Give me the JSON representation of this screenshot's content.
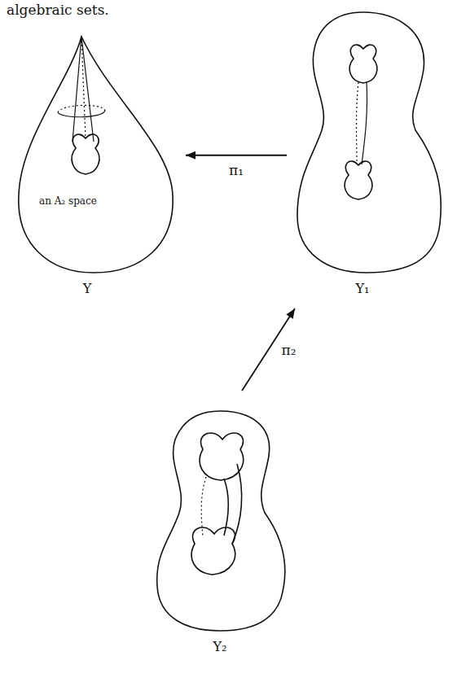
{
  "diagram": {
    "nodes": [
      {
        "text": [
          "Y"
        ]
      },
      {
        "text": [
          "Y₁"
        ]
      },
      {
        "text": [
          "Y₂"
        ]
      }
    ],
    "edges": [
      {
        "from": 1,
        "to": 0,
        "arrow": "to",
        "label": "π₁"
      },
      {
        "from": 2,
        "to": 1,
        "arrow": "to",
        "label": "π₂"
      }
    ],
    "labels": [
      "algebraic sets.",
      "an A₂ space"
    ]
  }
}
